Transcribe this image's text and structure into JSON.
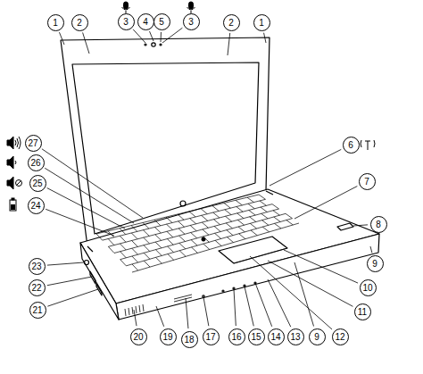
{
  "diagram": {
    "labels": [
      "1",
      "2",
      "3",
      "4",
      "5",
      "3",
      "2",
      "1",
      "6",
      "7",
      "8",
      "9",
      "10",
      "11",
      "12",
      "9",
      "13",
      "14",
      "15",
      "16",
      "17",
      "18",
      "19",
      "20",
      "21",
      "22",
      "23",
      "24",
      "25",
      "26",
      "27"
    ]
  }
}
